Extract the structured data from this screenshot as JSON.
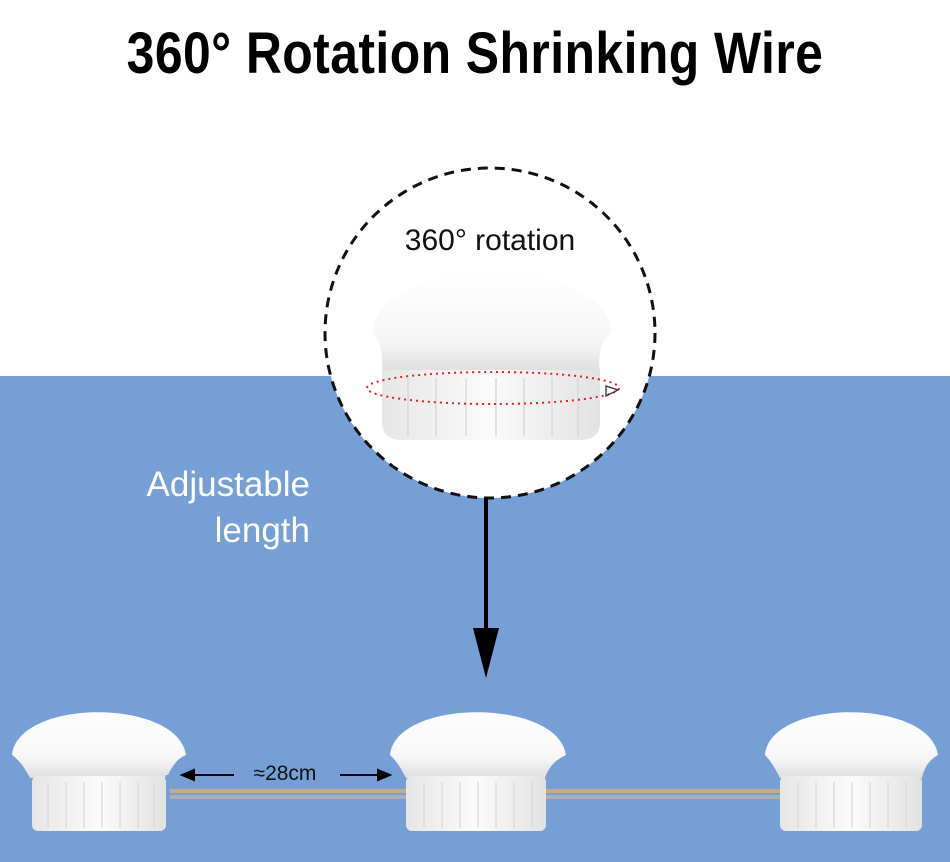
{
  "title": "360° Rotation Shrinking Wire",
  "callout": {
    "label": "360° rotation"
  },
  "side_text": {
    "line1": "Adjustable",
    "line2": "length"
  },
  "spacing": {
    "label": "≈28cm"
  },
  "colors": {
    "background": "#ffffff",
    "band": "#759fd5",
    "light_shell": "#f4f4f4",
    "rotation_path": "#e02020",
    "arrow": "#000000"
  },
  "icons": [
    "rotation-arrow-icon",
    "double-arrow-icon",
    "down-arrow-icon"
  ]
}
